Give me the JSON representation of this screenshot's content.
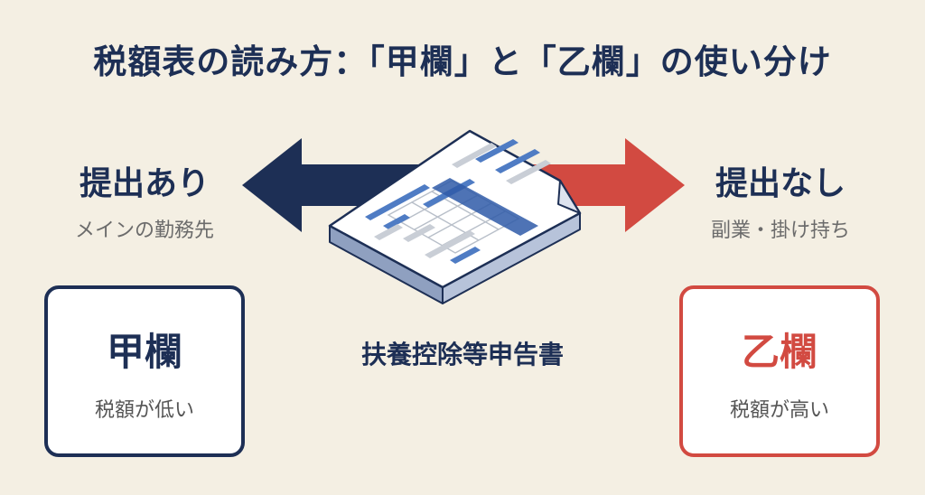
{
  "title": "税額表の読み方：「甲欄」と「乙欄」の使い分け",
  "left": {
    "heading": "提出あり",
    "sub": "メインの勤務先",
    "arrow_color": "#1D2F55"
  },
  "right": {
    "heading": "提出なし",
    "sub": "副業・掛け持ち",
    "arrow_color": "#D24A41"
  },
  "form": {
    "caption": "扶養控除等申告書",
    "icon": "document-form-icon"
  },
  "kou_box": {
    "label": "甲欄",
    "note": "税額が低い",
    "color": "#1D2F55"
  },
  "otsu_box": {
    "label": "乙欄",
    "note": "税額が高い",
    "color": "#D24A41"
  }
}
